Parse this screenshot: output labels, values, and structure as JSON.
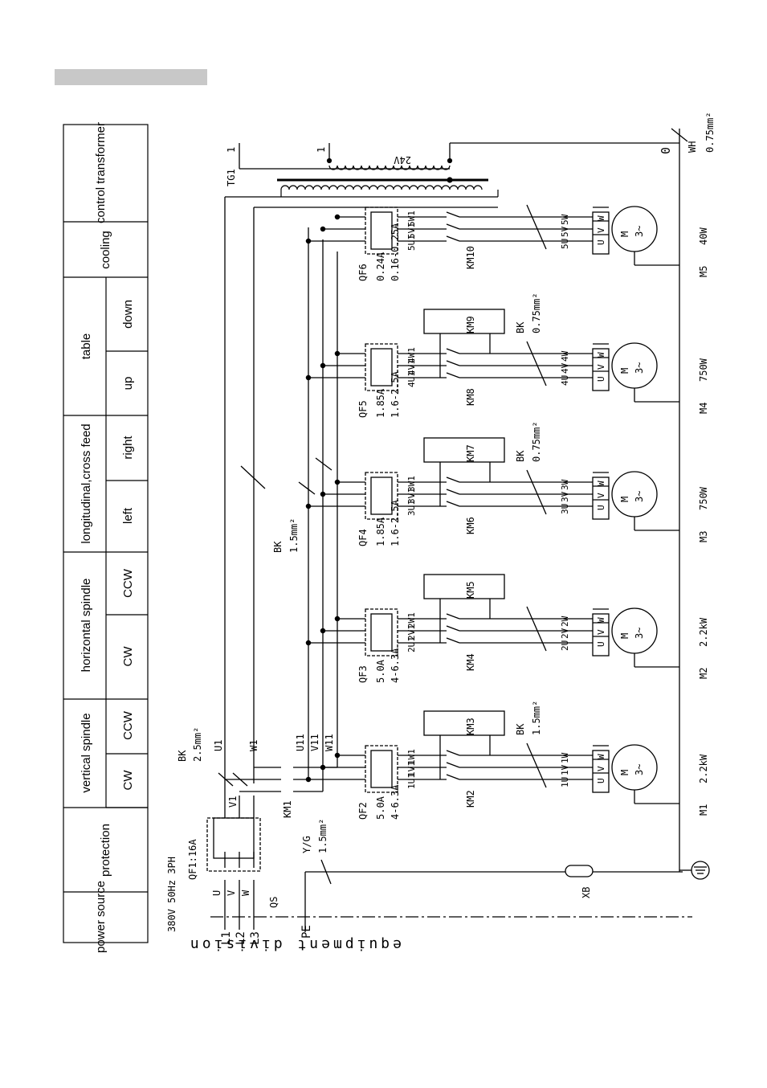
{
  "function_table": {
    "power_source": "power source",
    "protection": "protection",
    "vertical_spindle": "vertical spindle",
    "horizontal_spindle": "horizontal  spindle",
    "cw": "CW",
    "ccw": "CCW",
    "feed": "longitudinal,cross feed",
    "left": "left",
    "right": "right",
    "table": "table",
    "up": "up",
    "down": "down",
    "cooling": "cooling",
    "control_transformer": "control transformer"
  },
  "supply": {
    "spec": "380V 50Hz 3PH",
    "phases": [
      "L1",
      "L2",
      "L3"
    ],
    "pe": "PE",
    "switch": "QS",
    "terminals": [
      "U",
      "V",
      "W"
    ],
    "breaker": "QF1:16A",
    "feed_v1": "V1",
    "feed_u1": "U1",
    "feed_w1": "W1",
    "bus": [
      "U11",
      "V11",
      "W11"
    ],
    "main_contactor": "KM1",
    "cable_main_color": "BK",
    "cable_main_size": "2.5mm²",
    "cable_pe_color": "Y/G",
    "cable_pe_size": "1.5mm²",
    "cable_branch_color": "BK",
    "cable_branch_size": "1.5mm²",
    "connector": "XB",
    "division_label": "equipment    division"
  },
  "transformer": {
    "name": "TG1",
    "secondary": "24V",
    "term1": "1",
    "term1b": "1",
    "term0": "0",
    "wire_color": "WH",
    "wire_size": "0.75mm²"
  },
  "motors": [
    {
      "id": "M1",
      "power": "2.2kW",
      "breaker": "QF2",
      "rating": "5.0A",
      "range": "4-6.3A",
      "contactors": [
        "KM2",
        "KM3"
      ],
      "prefix": "1",
      "terms": [
        "1U",
        "1V",
        "1W"
      ],
      "outs": [
        "1U1",
        "1V1",
        "1W1"
      ],
      "cable_color": "BK",
      "cable_size": "1.5mm²"
    },
    {
      "id": "M2",
      "power": "2.2kW",
      "breaker": "QF3",
      "rating": "5.0A",
      "range": "4-6.3A",
      "contactors": [
        "KM4",
        "KM5"
      ],
      "prefix": "2",
      "terms": [
        "2U",
        "2V",
        "2W"
      ],
      "outs": [
        "2U1",
        "2V1",
        "2W1"
      ],
      "cable_color": "",
      "cable_size": ""
    },
    {
      "id": "M3",
      "power": "750W",
      "breaker": "QF4",
      "rating": "1.85A",
      "range": "1.6-2.5A",
      "contactors": [
        "KM6",
        "KM7"
      ],
      "prefix": "3",
      "terms": [
        "3U",
        "3V",
        "3W"
      ],
      "outs": [
        "3U1",
        "3V1",
        "3W1"
      ],
      "cable_color": "BK",
      "cable_size": "0.75mm²"
    },
    {
      "id": "M4",
      "power": "750W",
      "breaker": "QF5",
      "rating": "1.85A",
      "range": "1.6-2.5A",
      "contactors": [
        "KM8",
        "KM9"
      ],
      "prefix": "4",
      "terms": [
        "4U",
        "4V",
        "4W"
      ],
      "outs": [
        "4U1",
        "4V1",
        "4W1"
      ],
      "cable_color": "BK",
      "cable_size": "0.75mm²"
    },
    {
      "id": "M5",
      "power": "40W",
      "breaker": "QF6",
      "rating": "0.24A",
      "range": "0.16-0.25A",
      "contactors": [
        "KM10"
      ],
      "prefix": "5",
      "terms": [
        "5U",
        "5V",
        "5W"
      ],
      "outs": [
        "5U1",
        "5V1",
        "5W1"
      ],
      "cable_color": "",
      "cable_size": ""
    }
  ],
  "motor_symbol": {
    "letter": "M",
    "phase": "3~",
    "uvw": [
      "U",
      "V",
      "W"
    ]
  }
}
